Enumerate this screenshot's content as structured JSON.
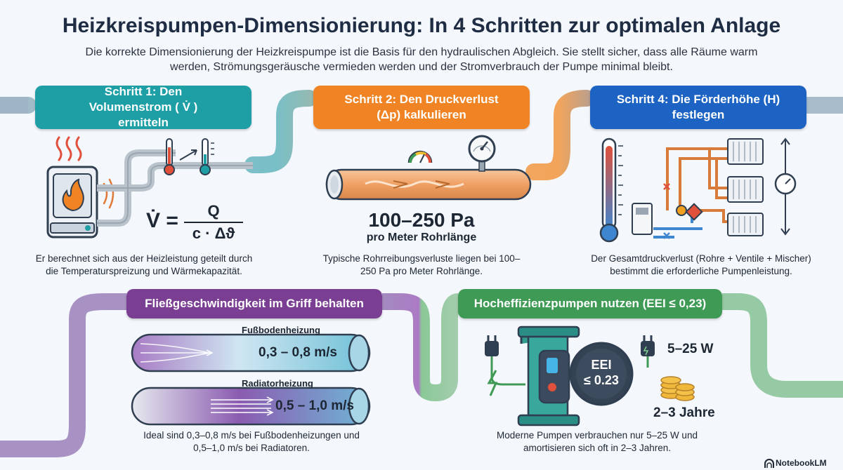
{
  "title": "Heizkreispumpen-Dimensionierung: In 4 Schritten zur optimalen Anlage",
  "subtitle": "Die korrekte Dimensionierung der Heizkreispumpe ist die Basis für den hydraulischen Abgleich. Sie stellt sicher, dass alle Räume warm werden, Strömungsgeräusche vermieden werden und der Stromverbrauch der Pumpe minimal bleibt.",
  "step1": {
    "label": "Schritt 1: Den Volumenstrom ( V̇ ) ermitteln",
    "formula_lhs": "V̇ =",
    "formula_num": "Q",
    "formula_den": "c · Δϑ",
    "caption": "Er berechnet sich aus der Heizleistung geteilt durch die Temperaturspreizung und Wärmekapazität."
  },
  "step2": {
    "label": "Schritt 2: Den Druckverlust (Δp) kalkulieren",
    "value": "100–250 Pa",
    "unit": "pro Meter Rohrlänge",
    "caption": "Typische Rohrreibungsverluste liegen bei 100–250 Pa pro Meter Rohrlänge."
  },
  "step4": {
    "label": "Schritt 4: Die Förderhöhe (H) festlegen",
    "caption": "Der Gesamtdruckverlust (Rohre + Ventile + Mischer) bestimmt die erforderliche Pumpenleistung."
  },
  "flow": {
    "label": "Fließgeschwindigkeit im Griff behalten",
    "floor_label": "Fußbodenheizung",
    "floor_value": "0,3 – 0,8 m/s",
    "rad_label": "Radiatorheizung",
    "rad_value": "0,5 – 1,0 m/s",
    "caption": "Ideal sind 0,3–0,8 m/s bei Fußbodenheizungen und 0,5–1,0 m/s bei Radiatoren."
  },
  "pump": {
    "label": "Hocheffizienzpumpen nutzen (EEI ≤ 0,23)",
    "eei_top": "EEI",
    "eei_bottom": "≤ 0.23",
    "power": "5–25 W",
    "payback": "2–3 Jahre",
    "caption": "Moderne Pumpen verbrauchen nur 5–25 W und amortisieren sich oft in 2–3 Jahren."
  },
  "brand": "NotebookLM",
  "colors": {
    "teal": "#1e9ea5",
    "orange": "#f08424",
    "blue": "#1c63c3",
    "purple": "#7a3f93",
    "green": "#3f9a55"
  }
}
